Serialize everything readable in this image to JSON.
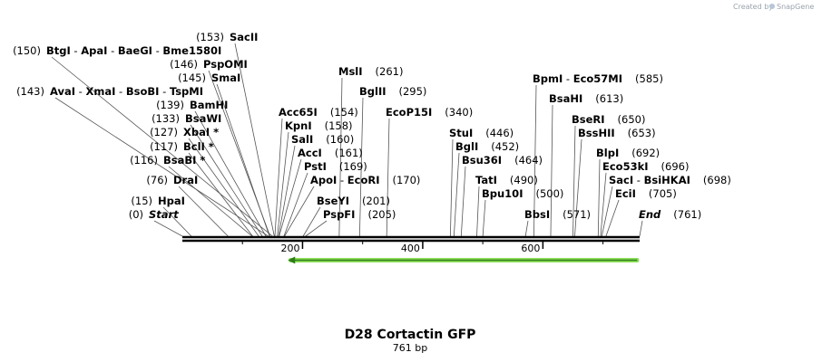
{
  "watermark": {
    "prefix": "Created by",
    "brand": "SnapGene"
  },
  "map": {
    "title": "D28 Cortactin GFP",
    "length_label": "761 bp",
    "length": 761,
    "ruler_ticks": [
      "200",
      "400",
      "600"
    ],
    "feature": {
      "start": 174,
      "end": 760,
      "direction": "reverse",
      "color": "#8ee05a"
    }
  },
  "sites": [
    {
      "pos": "(0)",
      "names": [
        "Start"
      ]
    },
    {
      "pos": "(15)",
      "names": [
        "HpaI"
      ]
    },
    {
      "pos": "(76)",
      "names": [
        "DraI"
      ]
    },
    {
      "pos": "(116)",
      "names": [
        "BsaBI *"
      ]
    },
    {
      "pos": "(117)",
      "names": [
        "BclI *"
      ]
    },
    {
      "pos": "(127)",
      "names": [
        "XbaI *"
      ]
    },
    {
      "pos": "(133)",
      "names": [
        "BsaWI"
      ]
    },
    {
      "pos": "(139)",
      "names": [
        "BamHI"
      ]
    },
    {
      "pos": "(143)",
      "names": [
        "AvaI",
        "XmaI",
        "BsoBI",
        "TspMI"
      ]
    },
    {
      "pos": "(145)",
      "names": [
        "SmaI"
      ]
    },
    {
      "pos": "(146)",
      "names": [
        "PspOMI"
      ]
    },
    {
      "pos": "(150)",
      "names": [
        "BtgI",
        "ApaI",
        "BaeGI",
        "Bme1580I"
      ]
    },
    {
      "pos": "(153)",
      "names": [
        "SacII"
      ]
    },
    {
      "pos": "(154)",
      "names": [
        "Acc65I"
      ]
    },
    {
      "pos": "(158)",
      "names": [
        "KpnI"
      ]
    },
    {
      "pos": "(160)",
      "names": [
        "SalI"
      ]
    },
    {
      "pos": "(161)",
      "names": [
        "AccI"
      ]
    },
    {
      "pos": "(169)",
      "names": [
        "PstI"
      ]
    },
    {
      "pos": "(170)",
      "names": [
        "ApoI",
        "EcoRI"
      ]
    },
    {
      "pos": "(201)",
      "names": [
        "BseYI"
      ]
    },
    {
      "pos": "(205)",
      "names": [
        "PspFI"
      ]
    },
    {
      "pos": "(261)",
      "names": [
        "MslI"
      ]
    },
    {
      "pos": "(295)",
      "names": [
        "BglII"
      ]
    },
    {
      "pos": "(340)",
      "names": [
        "EcoP15I"
      ]
    },
    {
      "pos": "(446)",
      "names": [
        "StuI"
      ]
    },
    {
      "pos": "(452)",
      "names": [
        "BglI"
      ]
    },
    {
      "pos": "(464)",
      "names": [
        "Bsu36I"
      ]
    },
    {
      "pos": "(490)",
      "names": [
        "TatI"
      ]
    },
    {
      "pos": "(500)",
      "names": [
        "Bpu10I"
      ]
    },
    {
      "pos": "(571)",
      "names": [
        "BbsI"
      ]
    },
    {
      "pos": "(585)",
      "names": [
        "BpmI",
        "Eco57MI"
      ]
    },
    {
      "pos": "(613)",
      "names": [
        "BsaHI"
      ]
    },
    {
      "pos": "(650)",
      "names": [
        "BseRI"
      ]
    },
    {
      "pos": "(653)",
      "names": [
        "BssHII"
      ]
    },
    {
      "pos": "(692)",
      "names": [
        "BlpI"
      ]
    },
    {
      "pos": "(696)",
      "names": [
        "Eco53kI"
      ]
    },
    {
      "pos": "(698)",
      "names": [
        "SacI",
        "BsiHKAI"
      ]
    },
    {
      "pos": "(705)",
      "names": [
        "EciI"
      ]
    },
    {
      "pos": "(761)",
      "names": [
        "End"
      ]
    }
  ]
}
